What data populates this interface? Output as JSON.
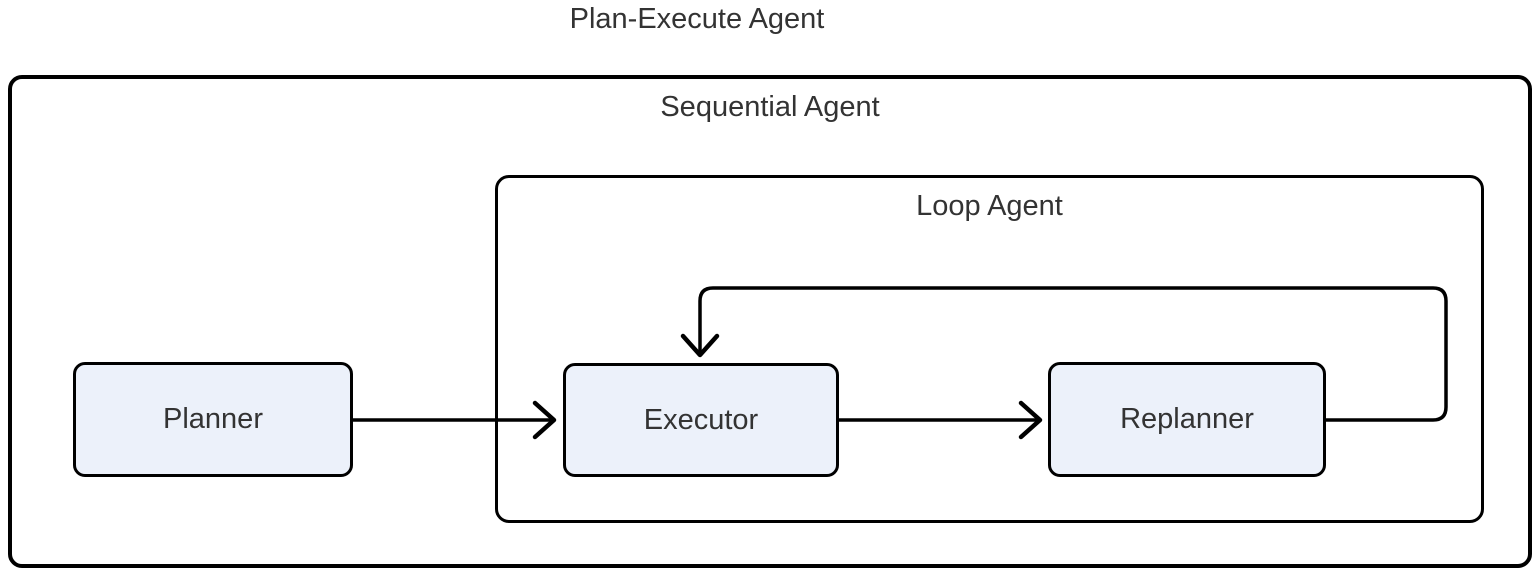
{
  "diagram": {
    "title": "Plan-Execute Agent",
    "containers": {
      "sequential": {
        "label": "Sequential Agent"
      },
      "loop": {
        "label": "Loop Agent"
      }
    },
    "nodes": {
      "planner": {
        "label": "Planner"
      },
      "executor": {
        "label": "Executor"
      },
      "replanner": {
        "label": "Replanner"
      }
    },
    "edges": [
      {
        "from": "Planner",
        "to": "Executor",
        "type": "straight"
      },
      {
        "from": "Executor",
        "to": "Replanner",
        "type": "straight"
      },
      {
        "from": "Replanner",
        "to": "Executor",
        "type": "loop-back"
      }
    ],
    "colors": {
      "background": "#FFFFFF",
      "node_fill": "#ECF1FA",
      "node_border": "#000000",
      "container_border": "#000000",
      "arrow": "#000000",
      "text": "#333333"
    }
  }
}
